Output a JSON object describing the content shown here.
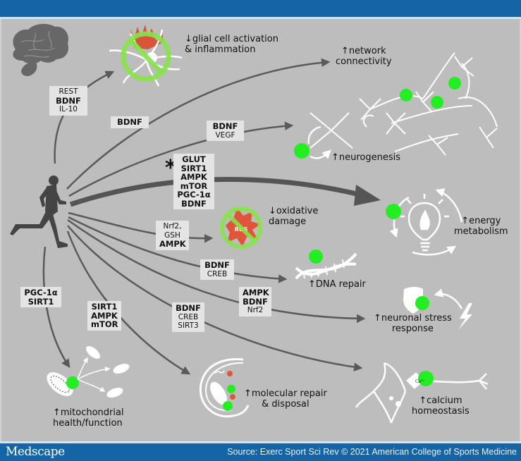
{
  "footer": {
    "brand": "Medscape",
    "source": "Source: Exerc Sport Sci Rev © 2021 American College of Sports Medicine"
  },
  "colors": {
    "header_blue": "#1565a6",
    "panel_gray": "#bdbdbd",
    "label_box": "#e4e4e4",
    "arrow_gray": "#555555",
    "highlight_green": "#22ee22",
    "inhibit_ring_green": "#86e34a",
    "inflammation_red": "#e0553a"
  },
  "icons": {
    "brain": "brain-icon",
    "runner": "runner-icon",
    "glial": "glial-cell-icon",
    "neurons": "neuron-network-icon",
    "bulb": "lightbulb-icon",
    "ros": "ros-burst-icon",
    "dna": "dna-helix-icon",
    "shield": "shield-icon",
    "bolt": "lightning-bolt-icon",
    "mito": "mitochondria-icon",
    "autophagy": "autophagosome-icon",
    "calcium_neuron": "calcium-neuron-icon"
  },
  "mediators": {
    "glial": {
      "lines": [
        {
          "t": "REST",
          "b": false
        },
        {
          "t": "BDNF",
          "b": true
        },
        {
          "t": "IL-10",
          "b": false
        }
      ]
    },
    "network": {
      "lines": [
        {
          "t": "BDNF",
          "b": true
        }
      ]
    },
    "neurogenesis": {
      "lines": [
        {
          "t": "BDNF",
          "b": true
        },
        {
          "t": "VEGF",
          "b": false
        }
      ]
    },
    "energy": {
      "lines": [
        {
          "t": "GLUT",
          "b": true
        },
        {
          "t": "SIRT1",
          "b": true
        },
        {
          "t": "AMPK",
          "b": true
        },
        {
          "t": "mTOR",
          "b": true
        },
        {
          "t": "PGC-1α",
          "b": true
        },
        {
          "t": "BDNF",
          "b": true
        }
      ],
      "marker": "*"
    },
    "oxidative": {
      "lines": [
        {
          "t": "Nrf2,",
          "b": false
        },
        {
          "t": "GSH",
          "b": false
        },
        {
          "t": "AMPK",
          "b": true
        }
      ]
    },
    "dna": {
      "lines": [
        {
          "t": "BDNF",
          "b": true
        },
        {
          "t": "CREB",
          "b": false
        }
      ]
    },
    "stress": {
      "lines": [
        {
          "t": "AMPK",
          "b": true
        },
        {
          "t": "BDNF",
          "b": true
        },
        {
          "t": "Nrf2",
          "b": false
        }
      ]
    },
    "calcium": {
      "lines": [
        {
          "t": "BDNF",
          "b": true
        },
        {
          "t": "CREB",
          "b": false
        },
        {
          "t": "SIRT3",
          "b": false
        }
      ]
    },
    "molecular": {
      "lines": [
        {
          "t": "SIRT1",
          "b": true
        },
        {
          "t": "AMPK",
          "b": true
        },
        {
          "t": "mTOR",
          "b": true
        }
      ]
    },
    "mito": {
      "lines": [
        {
          "t": "PGC-1α",
          "b": true
        },
        {
          "t": "SIRT1",
          "b": true
        }
      ]
    }
  },
  "outcomes": {
    "glial": [
      "↓glial cell activation",
      "& inflammation"
    ],
    "network": [
      "↑network",
      "connectivity"
    ],
    "neurogenesis": [
      "↑neurogenesis"
    ],
    "oxidative": [
      "↓oxidative",
      "damage"
    ],
    "energy": [
      "↑energy",
      "metabolism"
    ],
    "dna": [
      "↑DNA repair"
    ],
    "stress": [
      "↑neuronal stress",
      "response"
    ],
    "molecular": [
      "↑molecular repair",
      "& disposal"
    ],
    "calcium": [
      "↑calcium",
      "homeostasis"
    ],
    "mito": [
      "↑mitochondrial",
      "health/function"
    ]
  },
  "icon_text": {
    "ros": "ROS",
    "calcium_ion": "Ca²⁺"
  }
}
